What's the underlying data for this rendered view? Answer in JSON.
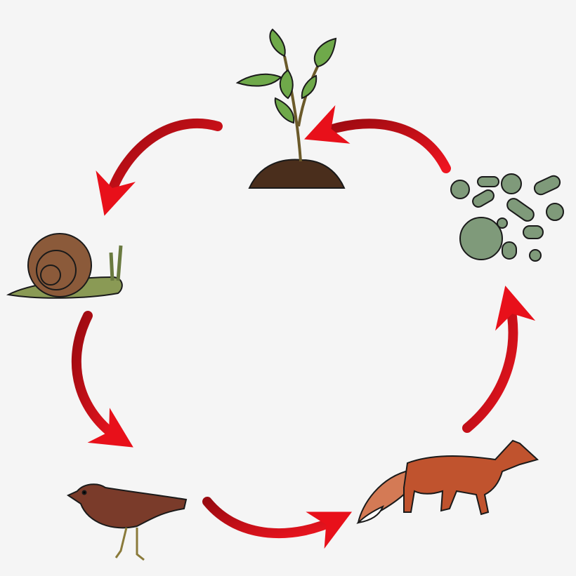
{
  "diagram": {
    "type": "food-cycle",
    "nodes": [
      {
        "id": "plant",
        "icon": "plant-seedling-icon"
      },
      {
        "id": "bacteria",
        "icon": "bacteria-icon"
      },
      {
        "id": "fox",
        "icon": "fox-icon"
      },
      {
        "id": "bird",
        "icon": "bird-icon"
      },
      {
        "id": "snail",
        "icon": "snail-icon"
      }
    ],
    "edges": [
      {
        "from": "plant",
        "to": "snail"
      },
      {
        "from": "snail",
        "to": "bird"
      },
      {
        "from": "bird",
        "to": "fox"
      },
      {
        "from": "fox",
        "to": "bacteria"
      },
      {
        "from": "bacteria",
        "to": "plant"
      }
    ]
  },
  "colors": {
    "background": "#f5f5f5",
    "arrow": "#e0101a",
    "arrow_dark": "#9a0a10",
    "leaf": "#6fa94a",
    "soil": "#4a2e1c",
    "snail_shell": "#8b5a3a",
    "snail_body": "#8a9a55",
    "bird": "#7a3b2a",
    "fox": "#c0532e",
    "bacteria": "#7f9a7a"
  }
}
